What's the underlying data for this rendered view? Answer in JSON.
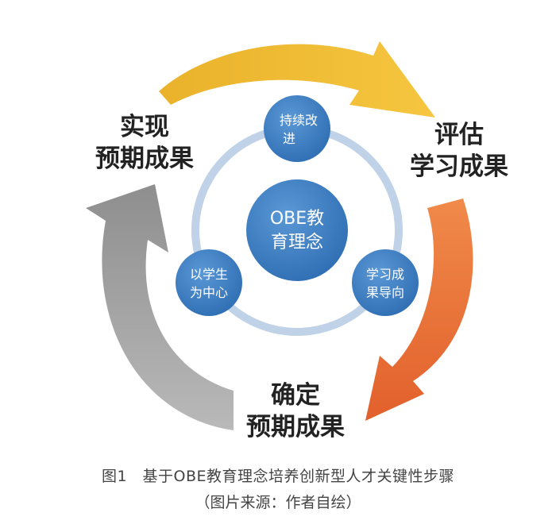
{
  "stages": {
    "realize": {
      "line1": "实现",
      "line2": "预期成果"
    },
    "evaluate": {
      "line1": "评估",
      "line2": "学习成果"
    },
    "define": {
      "line1": "确定",
      "line2": "预期成果"
    }
  },
  "center": {
    "line1": "OBE教",
    "line2": "育理念"
  },
  "nodes": {
    "improve": {
      "line1": "持续改",
      "line2": "进"
    },
    "student": {
      "line1": "以学生",
      "line2": "为中心"
    },
    "outcome": {
      "line1": "学习成",
      "line2": "果导向"
    }
  },
  "caption": {
    "line1": "图1　基于OBE教育理念培养创新型人才关键性步骤",
    "line2": "（图片来源：作者自绘）"
  },
  "colors": {
    "arrow_top": "#f0b429",
    "arrow_right": "#e8703a",
    "arrow_left": "#9e9e9e",
    "node_fill": "#3d7fc4",
    "ring": "#bcd0e6"
  }
}
